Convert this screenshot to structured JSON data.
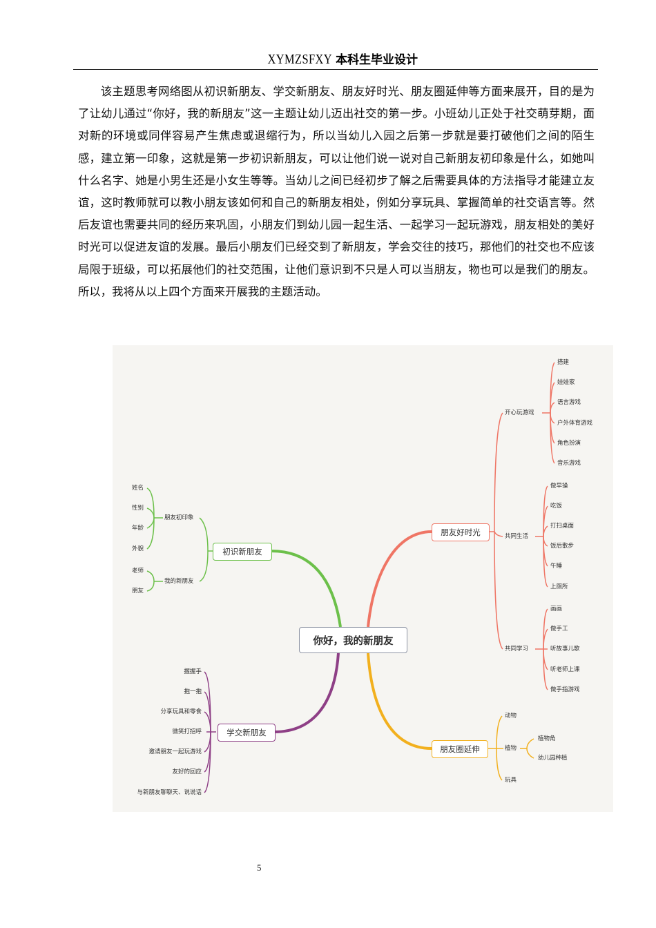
{
  "header": {
    "latin": "XYMZSFXY",
    "cjk": "本科生毕业设计"
  },
  "body": {
    "paragraph": "该主题思考网络图从初识新朋友、学交新朋友、朋友好时光、朋友圈延伸等方面来展开，目的是为了让幼儿通过“你好，我的新朋友”这一主题让幼儿迈出社交的第一步。小班幼儿正处于社交萌芽期，面对新的环境或同伴容易产生焦虑或退缩行为，所以当幼儿入园之后第一步就是要打破他们之间的陌生感，建立第一印象，这就是第一步初识新朋友，可以让他们说一说对自己新朋友初印象是什么，如她叫什么名字、她是小男生还是小女生等等。当幼儿之间已经初步了解之后需要具体的方法指导才能建立友谊，这时教师就可以教小朋友该如何和自己的新朋友相处，例如分享玩具、掌握简单的社交语言等。然后友谊也需要共同的经历来巩固，小朋友们到幼儿园一起生活、一起学习一起玩游戏，朋友相处的美好时光可以促进友谊的发展。最后小朋友们已经交到了新朋友，学会交往的技巧，那他们的社交也不应该局限于班级，可以拓展他们的社交范围，让他们意识到不只是人可以当朋友，物也可以是我们的朋友。所以，我将从以上四个方面来开展我的主题活动。"
  },
  "mindmap": {
    "background": "#f6f5f2",
    "center": {
      "label": "你好，我的新朋友",
      "border_color": "#8d93a3"
    },
    "branches": {
      "chushi": {
        "label": "初识新朋友",
        "color": "#6cc04a",
        "groups": [
          {
            "label": "朋友初印象",
            "items": [
              "姓名",
              "性别",
              "年龄",
              "外貌"
            ]
          },
          {
            "label": "我的新朋友",
            "items": [
              "老师",
              "朋友"
            ]
          }
        ]
      },
      "xuejiao": {
        "label": "学交新朋友",
        "color": "#8e3f86",
        "items": [
          "握握手",
          "抱一抱",
          "分享玩具和零食",
          "微笑打招呼",
          "邀请朋友一起玩游戏",
          "友好的回应",
          "与新朋友聊聊天、说说话"
        ]
      },
      "haoshiguang": {
        "label": "朋友好时光",
        "color": "#ef7565",
        "groups": [
          {
            "label": "开心玩游戏",
            "items": [
              "搭建",
              "娃娃家",
              "语言游戏",
              "户外体育游戏",
              "角色扮演",
              "音乐游戏"
            ]
          },
          {
            "label": "共同生活",
            "items": [
              "做早操",
              "吃饭",
              "打扫桌面",
              "饭后散步",
              "午睡",
              "上厕所"
            ]
          },
          {
            "label": "共同学习",
            "items": [
              "画画",
              "做手工",
              "听故事儿歌",
              "听老师上课",
              "做手指游戏"
            ]
          }
        ]
      },
      "yanshen": {
        "label": "朋友圈延伸",
        "color": "#f2b01e",
        "items": [
          {
            "label": "动物"
          },
          {
            "label": "植物",
            "children": [
              "植物角",
              "幼儿园种植"
            ]
          },
          {
            "label": "玩具"
          }
        ]
      }
    }
  },
  "footer": {
    "page_number": "5"
  }
}
